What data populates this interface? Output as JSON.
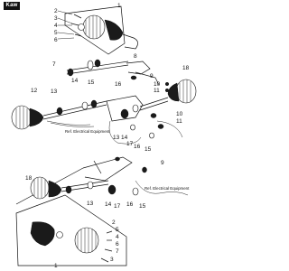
{
  "logo": {
    "text": "Kaw"
  },
  "part_numbers": [
    {
      "key": "1a",
      "label": "1"
    },
    {
      "key": "2a",
      "label": "2"
    },
    {
      "key": "3a",
      "label": "3"
    },
    {
      "key": "4a",
      "label": "4"
    },
    {
      "key": "5a",
      "label": "5"
    },
    {
      "key": "6a",
      "label": "6"
    },
    {
      "key": "7a",
      "label": "7"
    },
    {
      "key": "9a",
      "label": "9"
    },
    {
      "key": "8a",
      "label": "8"
    },
    {
      "key": "10a",
      "label": "10"
    },
    {
      "key": "11a",
      "label": "11"
    },
    {
      "key": "18a",
      "label": "18"
    },
    {
      "key": "12a",
      "label": "12"
    },
    {
      "key": "13a",
      "label": "13"
    },
    {
      "key": "14a",
      "label": "14"
    },
    {
      "key": "15a",
      "label": "15"
    },
    {
      "key": "16a",
      "label": "16"
    },
    {
      "key": "13b",
      "label": "13"
    },
    {
      "key": "14b",
      "label": "14"
    },
    {
      "key": "17a",
      "label": "17"
    },
    {
      "key": "16b",
      "label": "16"
    },
    {
      "key": "15b",
      "label": "15"
    },
    {
      "key": "10b",
      "label": "10"
    },
    {
      "key": "11b",
      "label": "11"
    },
    {
      "key": "18b",
      "label": "18"
    },
    {
      "key": "9b",
      "label": "9"
    },
    {
      "key": "13c",
      "label": "13"
    },
    {
      "key": "14c",
      "label": "14"
    },
    {
      "key": "17b",
      "label": "17"
    },
    {
      "key": "16c",
      "label": "16"
    },
    {
      "key": "15c",
      "label": "15"
    },
    {
      "key": "2b",
      "label": "2"
    },
    {
      "key": "5b",
      "label": "5"
    },
    {
      "key": "4b",
      "label": "4"
    },
    {
      "key": "6b",
      "label": "6"
    },
    {
      "key": "7b",
      "label": "7"
    },
    {
      "key": "3b",
      "label": "3"
    },
    {
      "key": "1b",
      "label": "1"
    }
  ],
  "references": [
    {
      "key": "ref1",
      "text": "Ref. Electrical Equipment"
    },
    {
      "key": "ref2",
      "text": "Ref. Electrical Equipment"
    }
  ]
}
